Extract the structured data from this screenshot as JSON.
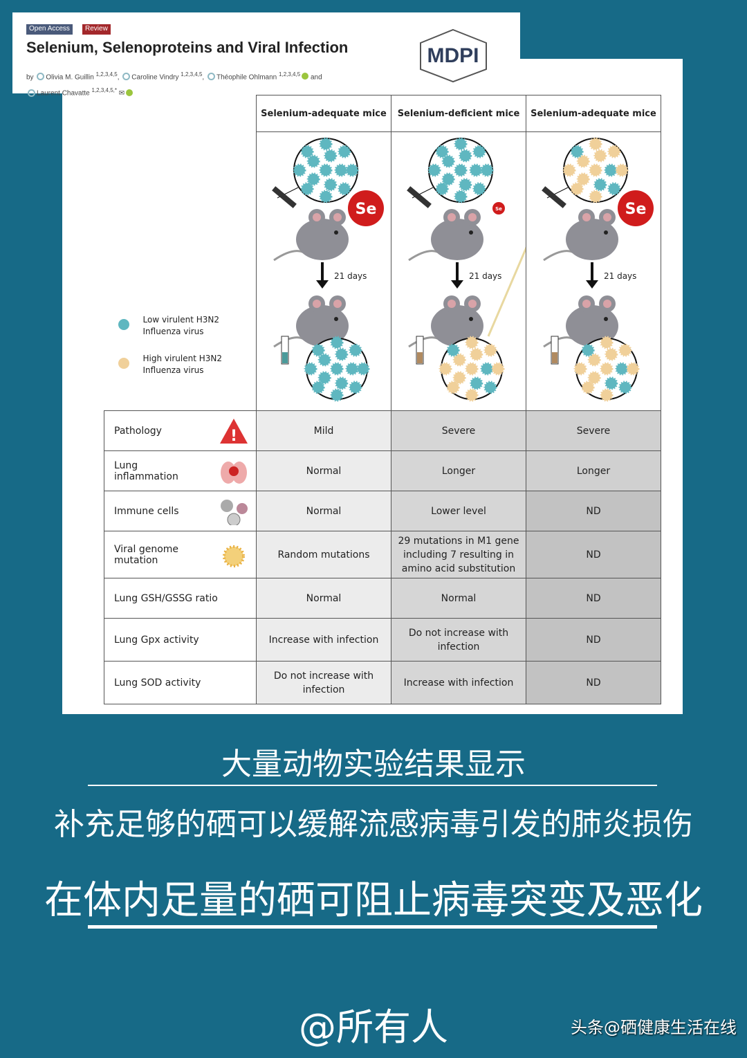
{
  "article": {
    "badges": [
      "Open Access",
      "Review"
    ],
    "title": "Selenium, Selenoproteins and Viral Infection",
    "by": "by",
    "authors": [
      {
        "name": "Olivia M. Guillin",
        "aff": "1,2,3,4,5"
      },
      {
        "name": "Caroline Vindry",
        "aff": "1,2,3,4,5"
      },
      {
        "name": "Théophile Ohlmann",
        "aff": "1,2,3,4,5"
      },
      {
        "name": "Laurent Chavatte",
        "aff": "1,2,3,4,5,*"
      }
    ],
    "and": "and",
    "publisher_logo": "MDPI"
  },
  "colors": {
    "background": "#176a87",
    "badge_open": "#4a5a7a",
    "badge_review": "#a3282b",
    "low_virus": "#5fb7c0",
    "high_virus": "#f0d09a",
    "se_red": "#d01c1c"
  },
  "figure": {
    "columns": [
      "Selenium-adequate mice",
      "Selenium-deficient mice",
      "Selenium-adequate mice"
    ],
    "days_label": "21 days",
    "se_label": "Se",
    "legend": [
      {
        "line1": "Low virulent H3N2",
        "line2": "Influenza virus"
      },
      {
        "line1": "High virulent H3N2",
        "line2": "Influenza virus"
      }
    ],
    "rows": [
      {
        "label": "Pathology",
        "icon": "warning-icon",
        "values": [
          "Mild",
          "Severe",
          "Severe"
        ]
      },
      {
        "label": "Lung inflammation",
        "icon": "lung-icon",
        "values": [
          "Normal",
          "Longer",
          "Longer"
        ]
      },
      {
        "label": "Immune cells",
        "icon": "immune-cells-icon",
        "values": [
          "Normal",
          "Lower level",
          "ND"
        ]
      },
      {
        "label": "Viral genome mutation",
        "icon": "virus-icon",
        "values": [
          "Random mutations",
          "29 mutations in M1 gene including 7 resulting in amino acid substitution",
          "ND"
        ]
      },
      {
        "label": "Lung GSH/GSSG ratio",
        "icon": "",
        "values": [
          "Normal",
          "Normal",
          "ND"
        ]
      },
      {
        "label": "Lung Gpx activity",
        "icon": "",
        "values": [
          "Increase with infection",
          "Do not increase with infection",
          "ND"
        ]
      },
      {
        "label": "Lung SOD activity",
        "icon": "",
        "values": [
          "Do not increase with infection",
          "Increase with infection",
          "ND"
        ]
      }
    ]
  },
  "caption": {
    "line1": "大量动物实验结果显示",
    "line2": "补充足够的硒可以缓解流感病毒引发的肺炎损伤",
    "line3": "在体内足量的硒可阻止病毒突变及恶化",
    "mention": "@所有人"
  },
  "watermark": "头条@硒健康生活在线"
}
